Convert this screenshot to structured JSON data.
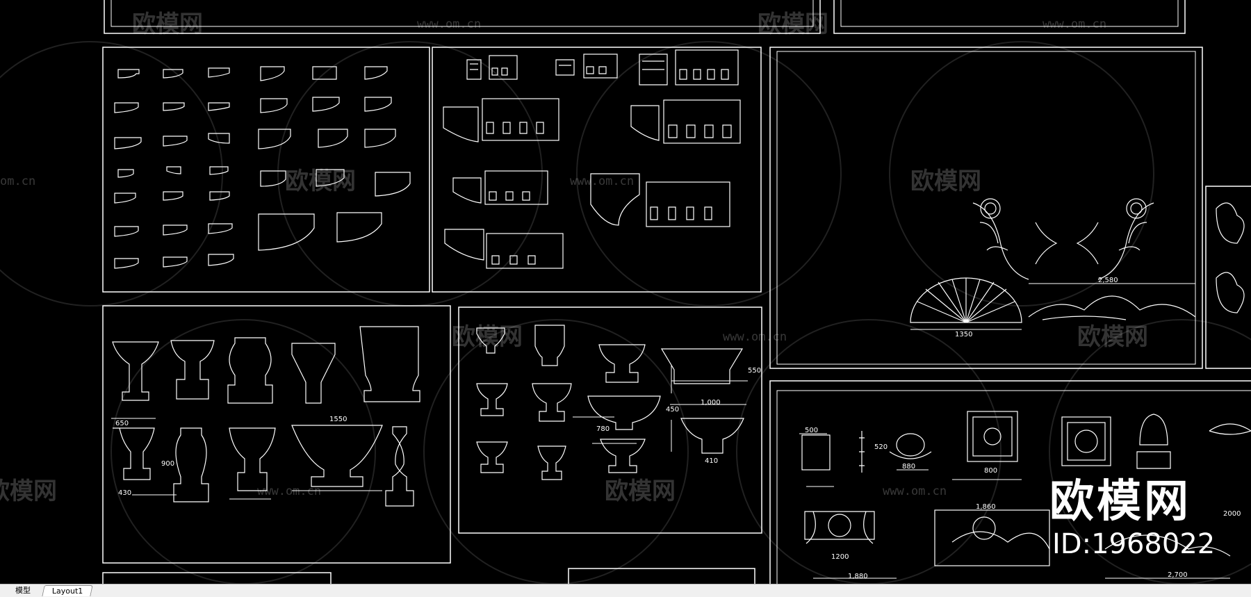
{
  "watermark": {
    "brand": "欧模网",
    "url": "www.om.cn",
    "url_partial": "om.cn"
  },
  "overlay": {
    "brand_large": "欧模网",
    "id_label": "ID:1968022"
  },
  "tabs": [
    {
      "label": "模型",
      "active": false
    },
    {
      "label": "Layout1",
      "active": true
    }
  ],
  "drawing": {
    "labels": {
      "d_500": "500",
      "d_520": "520",
      "d_880": "880",
      "d_800": "800",
      "d_650": "650",
      "d_430": "430",
      "d_900": "900",
      "d_1550": "1550",
      "d_1000": "1,000",
      "d_780": "780",
      "d_410": "410",
      "d_450": "450",
      "d_550": "550",
      "d_1350": "1350",
      "d_2580": "2,580",
      "d_1860": "1,860",
      "d_1200": "1200",
      "d_1880": "1,880",
      "d_2700": "2,700",
      "d_2000": "2000"
    }
  },
  "colors": {
    "background": "#000000",
    "linework": "#ffffff",
    "tabbar": "#f0f0f0"
  }
}
